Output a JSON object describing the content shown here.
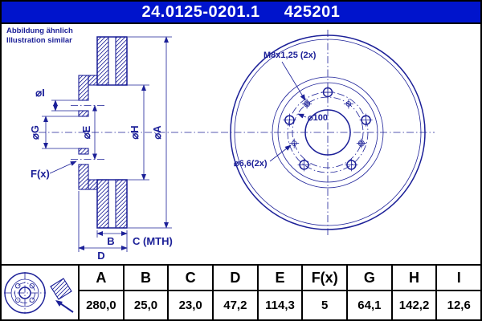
{
  "header": {
    "part_number": "24.0125-0201.1",
    "ref_number": "425201"
  },
  "note": {
    "line1": "Abbildung ähnlich",
    "line2": "Illustration similar"
  },
  "drawing": {
    "section_labels": {
      "dia_i": "⌀I",
      "dia_g": "⌀G",
      "dia_e": "⌀E",
      "dia_h": "⌀H",
      "dia_a": "⌀A",
      "f": "F(x)",
      "b": "B",
      "c": "C (MTH)",
      "d": "D"
    },
    "front_labels": {
      "thread": "M8x1,25 (2x)",
      "pitch_circle": "⌀100",
      "small_hole": "⌀6,6(2x)"
    }
  },
  "table": {
    "columns": [
      "A",
      "B",
      "C",
      "D",
      "E",
      "F(x)",
      "G",
      "H",
      "I"
    ],
    "values": [
      "280,0",
      "25,0",
      "23,0",
      "47,2",
      "114,3",
      "5",
      "64,1",
      "142,2",
      "12,6"
    ]
  },
  "colors": {
    "header_bg": "#0014cc",
    "drawing_line": "#1c2098",
    "table_text": "#000000"
  }
}
